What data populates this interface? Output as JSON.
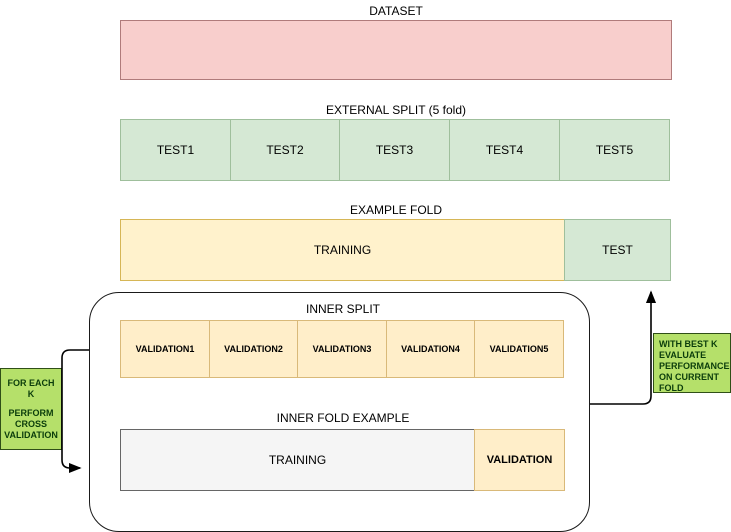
{
  "diagram": {
    "title_dataset": "DATASET",
    "title_external": "EXTERNAL SPLIT (5 fold)",
    "title_example_fold": "EXAMPLE FOLD",
    "title_inner_split": "INNER SPLIT",
    "title_inner_fold": "INNER FOLD EXAMPLE"
  },
  "dataset": {
    "label": "",
    "color": "#f8cecc"
  },
  "external_split": {
    "color": "#d5e8d4",
    "folds": [
      {
        "label": "TEST1"
      },
      {
        "label": "TEST2"
      },
      {
        "label": "TEST3"
      },
      {
        "label": "TEST4"
      },
      {
        "label": "TEST5"
      }
    ]
  },
  "example_fold": {
    "training_label": "TRAINING",
    "training_color": "#fff2cc",
    "test_label": "TEST",
    "test_color": "#d5e8d4"
  },
  "inner_split": {
    "color": "#ffeec9",
    "folds": [
      {
        "label": "VALIDATION1"
      },
      {
        "label": "VALIDATION2"
      },
      {
        "label": "VALIDATION3"
      },
      {
        "label": "VALIDATION4"
      },
      {
        "label": "VALIDATION5"
      }
    ]
  },
  "inner_fold_example": {
    "training_label": "TRAINING",
    "training_color": "#f5f5f5",
    "validation_label": "VALIDATION",
    "validation_color": "#ffeec9"
  },
  "notes": {
    "left": {
      "line1": "FOR EACH",
      "line2": "K",
      "line3": "PERFORM",
      "line4": "CROSS",
      "line5": "VALIDATION",
      "color": "#b5e06a"
    },
    "right": {
      "line1": "WITH BEST K",
      "line2": "EVALUATE",
      "line3": "PERFORMANCE",
      "line4": "ON CURRENT",
      "line5": "FOLD",
      "color": "#b5e06a"
    }
  }
}
